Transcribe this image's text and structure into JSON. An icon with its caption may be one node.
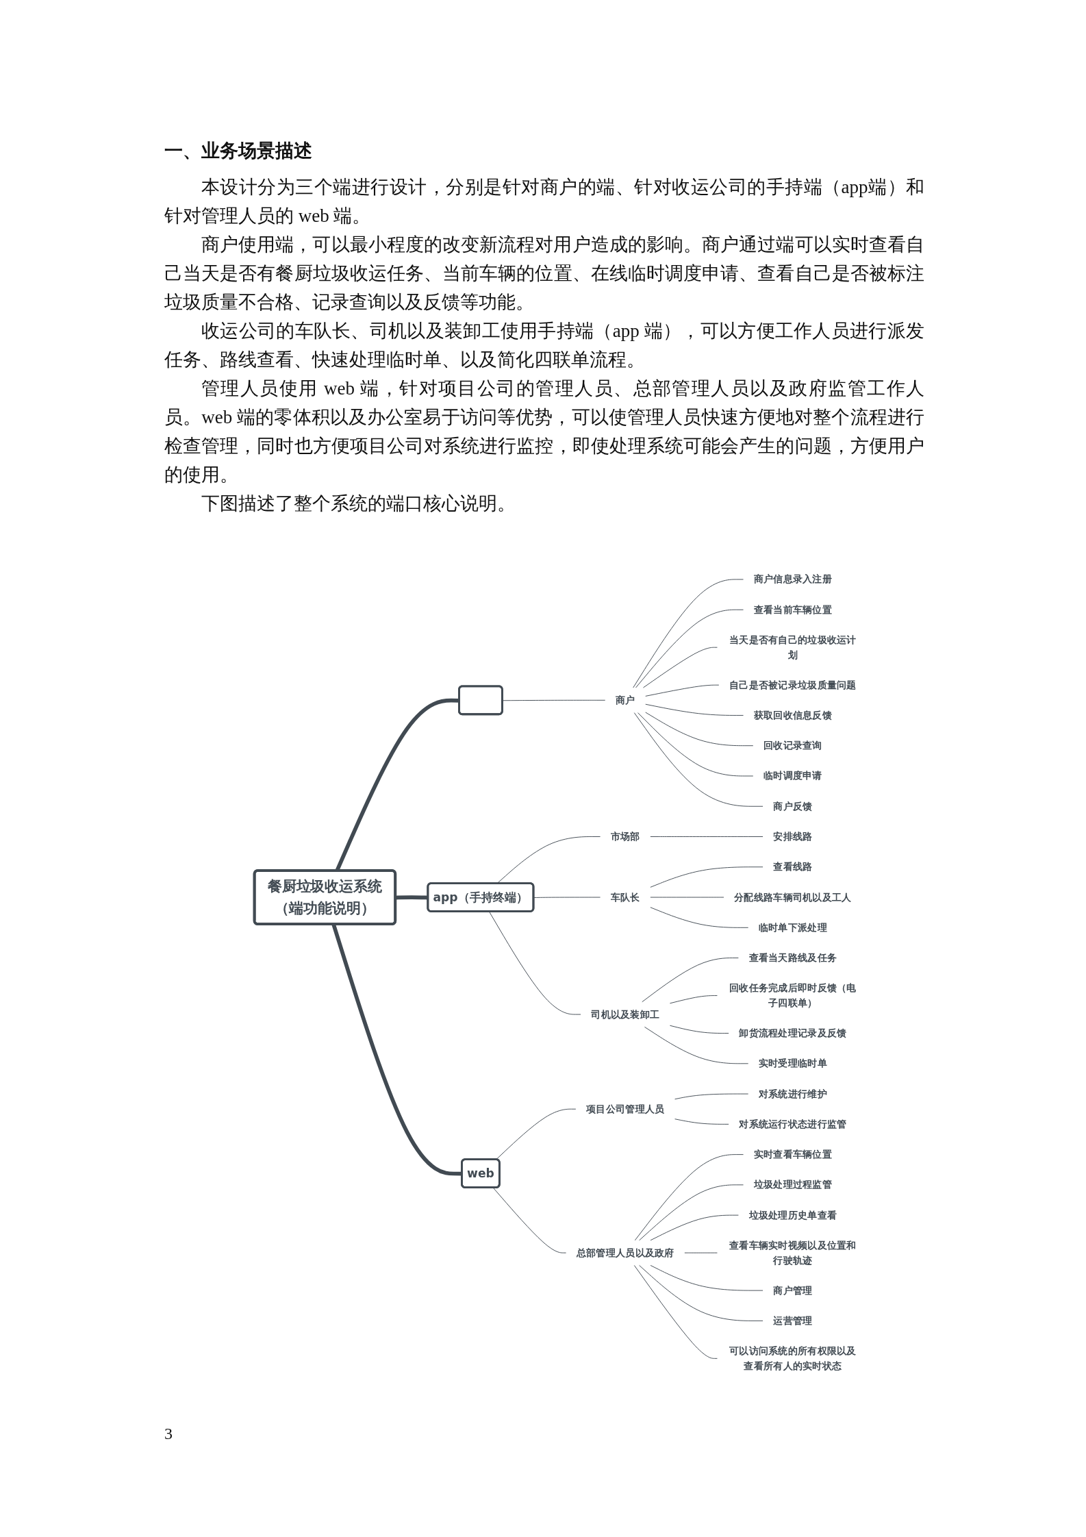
{
  "diagram": {
    "title": "一、业务场景描述",
    "nodes": [
      {
        "text": [
          "餐厨垃圾收运系统（端功能说明）"
        ]
      },
      {
        "text": [],
        "shape": "box"
      },
      {
        "text": [
          "商户"
        ]
      },
      {
        "text": [
          "商户信息录入注册"
        ]
      },
      {
        "text": [
          "查看当前车辆位置"
        ]
      },
      {
        "text": [
          "当天是否有自己的垃圾收运计划"
        ]
      },
      {
        "text": [
          "自己是否被记录垃圾质量问题"
        ]
      },
      {
        "text": [
          "获取回收信息反馈"
        ]
      },
      {
        "text": [
          "回收记录查询"
        ]
      },
      {
        "text": [
          "临时调度申请"
        ]
      },
      {
        "text": [
          "商户反馈"
        ]
      },
      {
        "text": [
          "app（手持终端）"
        ]
      },
      {
        "text": [
          "市场部"
        ]
      },
      {
        "text": [
          "安排线路"
        ]
      },
      {
        "text": [
          "车队长"
        ]
      },
      {
        "text": [
          "查看线路"
        ]
      },
      {
        "text": [
          "分配线路车辆司机以及工人"
        ]
      },
      {
        "text": [
          "临时单下派处理"
        ]
      },
      {
        "text": [
          "司机以及装卸工"
        ]
      },
      {
        "text": [
          "查看当天路线及任务"
        ]
      },
      {
        "text": [
          "回收任务完成后即时反馈（电子四联单）"
        ]
      },
      {
        "text": [
          "卸货流程处理记录及反馈"
        ]
      },
      {
        "text": [
          "实时受理临时单"
        ]
      },
      {
        "text": [
          "web"
        ]
      },
      {
        "text": [
          "项目公司管理人员"
        ]
      },
      {
        "text": [
          "对系统进行维护"
        ]
      },
      {
        "text": [
          "对系统运行状态进行监管"
        ]
      },
      {
        "text": [
          "总部管理人员以及政府"
        ]
      },
      {
        "text": [
          "实时查看车辆位置"
        ]
      },
      {
        "text": [
          "垃圾处理过程监管"
        ]
      },
      {
        "text": [
          "垃圾处理历史单查看"
        ]
      },
      {
        "text": [
          "查看车辆实时视频以及位置和行驶轨迹"
        ]
      },
      {
        "text": [
          "商户管理"
        ]
      },
      {
        "text": [
          "运营管理"
        ]
      },
      {
        "text": [
          "可以访问系统的所有权限以及查看所有人的实时状态"
        ]
      }
    ],
    "edges": [
      {
        "from": 0,
        "to": 1,
        "arrow": "none",
        "style": "thick"
      },
      {
        "from": 1,
        "to": 2,
        "arrow": "none"
      },
      {
        "from": 2,
        "to": 3,
        "arrow": "none"
      },
      {
        "from": 2,
        "to": 4,
        "arrow": "none"
      },
      {
        "from": 2,
        "to": 5,
        "arrow": "none"
      },
      {
        "from": 2,
        "to": 6,
        "arrow": "none"
      },
      {
        "from": 2,
        "to": 7,
        "arrow": "none"
      },
      {
        "from": 2,
        "to": 8,
        "arrow": "none"
      },
      {
        "from": 2,
        "to": 9,
        "arrow": "none"
      },
      {
        "from": 2,
        "to": 10,
        "arrow": "none"
      },
      {
        "from": 0,
        "to": 11,
        "arrow": "none",
        "style": "thick"
      },
      {
        "from": 11,
        "to": 12,
        "arrow": "none"
      },
      {
        "from": 12,
        "to": 13,
        "arrow": "none"
      },
      {
        "from": 11,
        "to": 14,
        "arrow": "none"
      },
      {
        "from": 14,
        "to": 15,
        "arrow": "none"
      },
      {
        "from": 14,
        "to": 16,
        "arrow": "none"
      },
      {
        "from": 14,
        "to": 17,
        "arrow": "none"
      },
      {
        "from": 11,
        "to": 18,
        "arrow": "none"
      },
      {
        "from": 18,
        "to": 19,
        "arrow": "none"
      },
      {
        "from": 18,
        "to": 20,
        "arrow": "none"
      },
      {
        "from": 18,
        "to": 21,
        "arrow": "none"
      },
      {
        "from": 18,
        "to": 22,
        "arrow": "none"
      },
      {
        "from": 0,
        "to": 23,
        "arrow": "none",
        "style": "thick"
      },
      {
        "from": 23,
        "to": 24,
        "arrow": "none"
      },
      {
        "from": 24,
        "to": 25,
        "arrow": "none"
      },
      {
        "from": 24,
        "to": 26,
        "arrow": "none"
      },
      {
        "from": 23,
        "to": 27,
        "arrow": "none"
      },
      {
        "from": 27,
        "to": 28,
        "arrow": "none"
      },
      {
        "from": 27,
        "to": 29,
        "arrow": "none"
      },
      {
        "from": 27,
        "to": 30,
        "arrow": "none"
      },
      {
        "from": 27,
        "to": 31,
        "arrow": "none"
      },
      {
        "from": 27,
        "to": 32,
        "arrow": "none"
      },
      {
        "from": 27,
        "to": 33,
        "arrow": "none"
      },
      {
        "from": 27,
        "to": 34,
        "arrow": "none"
      }
    ],
    "labels": [
      "本设计分为三个端进行设计，分别是针对商户的端、针对收运公司的手持端（app端）和针对管理人员的 web 端。",
      "商户使用端，可以最小程度的改变新流程对用户造成的影响。商户通过端可以实时查看自己当天是否有餐厨垃圾收运任务、当前车辆的位置、在线临时调度申请、查看自己是否被标注垃圾质量不合格、记录查询以及反馈等功能。",
      "收运公司的车队长、司机以及装卸工使用手持端（app 端），可以方便工作人员进行派发任务、路线查看、快速处理临时单、以及简化四联单流程。",
      "管理人员使用 web 端，针对项目公司的管理人员、总部管理人员以及政府监管工作人员。web 端的零体积以及办公室易于访问等优势，可以使管理人员快速方便地对整个流程进行检查管理，同时也方便项目公司对系统进行监控，即使处理系统可能会产生的问题，方便用户的使用。",
      "下图描述了整个系统的端口核心说明。",
      "3"
    ]
  }
}
